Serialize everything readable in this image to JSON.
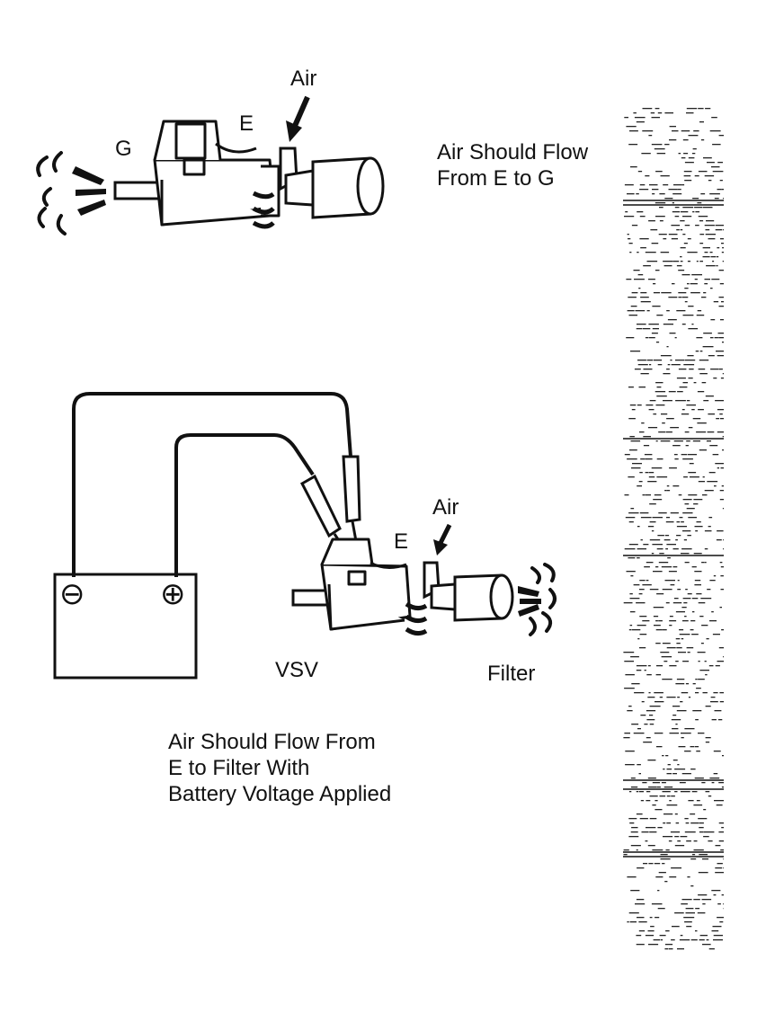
{
  "diagram1": {
    "label_g": "G",
    "label_e": "E",
    "label_air": "Air",
    "caption_lines": [
      "Air Should Flow",
      "From E to G"
    ]
  },
  "diagram2": {
    "label_e": "E",
    "label_air": "Air",
    "label_vsv": "VSV",
    "label_filter": "Filter",
    "battery_negative": "⊖",
    "battery_positive": "⊕",
    "caption_lines": [
      "Air Should Flow From",
      "E to Filter With",
      "Battery Voltage Applied"
    ]
  },
  "colors": {
    "ink": "#111111",
    "background": "#ffffff"
  }
}
